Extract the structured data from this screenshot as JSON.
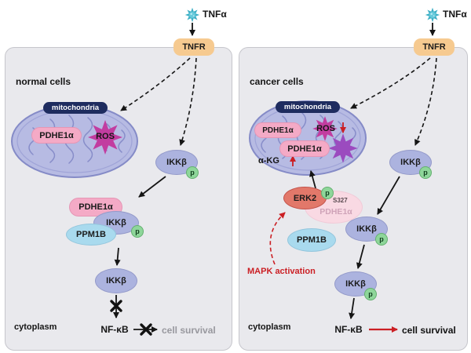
{
  "figure": {
    "ligand": "TNFα",
    "receptor": "TNFR",
    "phospho": "p"
  },
  "normal": {
    "title": "normal cells",
    "compartment": "cytoplasm",
    "mito": {
      "label": "mitochondria",
      "pdhe1a": "PDHE1α",
      "ros": "ROS"
    },
    "ikkb_top": "IKKβ",
    "complex": {
      "pdhe1a": "PDHE1α",
      "ikkb": "IKKβ",
      "ppm1b": "PPM1B"
    },
    "ikkb_bottom": "IKKβ",
    "nfkb": "NF-κB",
    "survival": "cell survival"
  },
  "cancer": {
    "title": "cancer cells",
    "compartment": "cytoplasm",
    "mito": {
      "label": "mitochondria",
      "pdhe1a_top": "PDHE1α",
      "ros": "ROS",
      "pdhe1a_active": "PDHE1α",
      "akg": "α-KG"
    },
    "ikkb_top": "IKKβ",
    "erk": {
      "name": "ERK2",
      "site": "S327",
      "substrate": "PDHE1α"
    },
    "ppm1b": "PPM1B",
    "mapk": "MAPK activation",
    "ikkb_mid": "IKKβ",
    "ikkb_bottom": "IKKβ",
    "nfkb": "NF-κB",
    "survival": "cell survival"
  },
  "colors": {
    "panel_bg": "#e9e9ed",
    "receptor_fill": "#f6ca90",
    "mitochondria_fill": "#b7bbe3",
    "pdhe1a_fill": "#f4aac6",
    "ikkb_fill": "#acb3df",
    "ppm1b_fill": "#a9daee",
    "erk2_fill": "#e2786a",
    "phospho_fill": "#8ed69a",
    "ros_star": "#c23da0",
    "active_star": "#9b4bbf",
    "ligand_fill": "#49b9cd",
    "accent_red": "#cb1f24",
    "navy": "#1e2c5f",
    "inactive_text": "#98989e"
  }
}
